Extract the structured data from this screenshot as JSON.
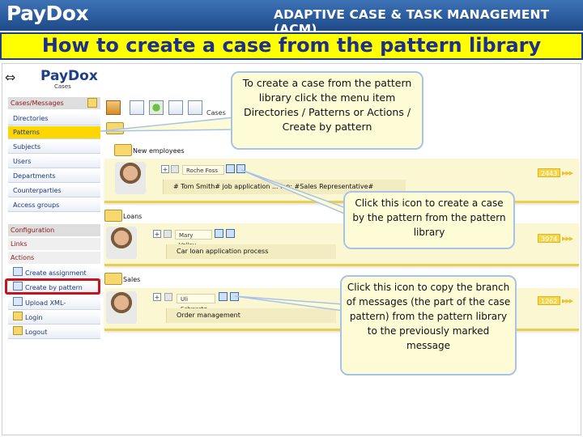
{
  "header": {
    "logo": "PayDox",
    "tagline": "ADAPTIVE CASE & TASK MANAGEMENT (ACM)"
  },
  "slide_title": "How to create a case from the pattern library",
  "app_logo": {
    "name": "PayDox",
    "sub": "Cases"
  },
  "sidebar": {
    "sections": [
      {
        "label": "Cases/Messages"
      },
      {
        "label": "Configuration"
      },
      {
        "label": "Links"
      },
      {
        "label": "Actions"
      }
    ],
    "items": [
      {
        "label": "Directories"
      },
      {
        "label": "Patterns"
      },
      {
        "label": "Subjects"
      },
      {
        "label": "Users"
      },
      {
        "label": "Departments"
      },
      {
        "label": "Counterparties"
      },
      {
        "label": "Access groups"
      },
      {
        "label": "Create assignment"
      },
      {
        "label": "Create by pattern"
      },
      {
        "label": "Upload XML-description"
      },
      {
        "label": "Login"
      },
      {
        "label": "Logout"
      }
    ]
  },
  "toolbar": {
    "cases_label": "Cases"
  },
  "groups": [
    {
      "label": "New employees",
      "user": "Roche Foss",
      "case_text": "# Tom Smith# job application ... ion: #Sales Representative#",
      "number": "2443"
    },
    {
      "label": "Loans",
      "user": "Mary Volley",
      "case_text": "Car loan application process",
      "number": "3974"
    },
    {
      "label": "Sales",
      "user": "Uli Schwartz",
      "case_text": "Order management",
      "number": "1262"
    }
  ],
  "callouts": [
    {
      "text": "To create a case from the pattern library click the menu item Directories / Patterns or Actions / Create by pattern"
    },
    {
      "text": "Click this icon to create a case by the pattern from the pattern library"
    },
    {
      "text": "Click this icon to copy the branch of messages (the part of the case pattern) from the pattern library to the previously marked message"
    }
  ],
  "colors": {
    "header_blue": "#2a5a9c",
    "title_bar": "#ffff00",
    "title_text": "#1b2f8c",
    "highlight_red": "#c4161c",
    "card_yellow": "#fbf7d3",
    "number_badge": "#f3d64a"
  }
}
